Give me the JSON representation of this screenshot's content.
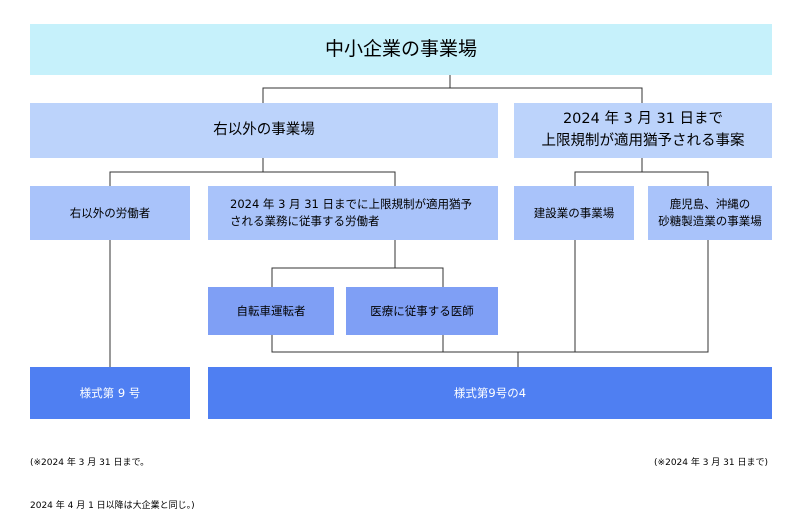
{
  "nodes": {
    "top": "中小企業の事業場",
    "other_workplaces": "右以外の事業場",
    "deferred_workplaces_line1": "2024 年 3 月 31 日まで",
    "deferred_workplaces_line2": "上限規制が適用猶予される事案",
    "other_workers": "右以外の労働者",
    "deferred_workers_line1": "2024 年 3 月 31 日までに上限規制が適用猶予",
    "deferred_workers_line2": "される業務に従事する労働者",
    "construction": "建設業の事業場",
    "kagoshima_line1": "鹿児島、沖縄の",
    "kagoshima_line2": "砂糖製造業の事業場",
    "drivers": "自転車運転者",
    "doctors": "医療に従事する医師",
    "form9": "様式第 9 号",
    "form9_4": "様式第9号の4"
  },
  "notes": {
    "left_line1": "(※2024 年 3 月 31 日まで。",
    "left_line2": "2024 年 4 月 1 日以降は大企業と同じ。)",
    "right": "(※2024 年 3 月 31 日まで)"
  },
  "colors": {
    "level1": "#c6f1fb",
    "level2": "#bcd3fb",
    "level3": "#a9c3fa",
    "level4": "#7f9ff5",
    "output": "#4f7ff2",
    "line": "#333333"
  }
}
